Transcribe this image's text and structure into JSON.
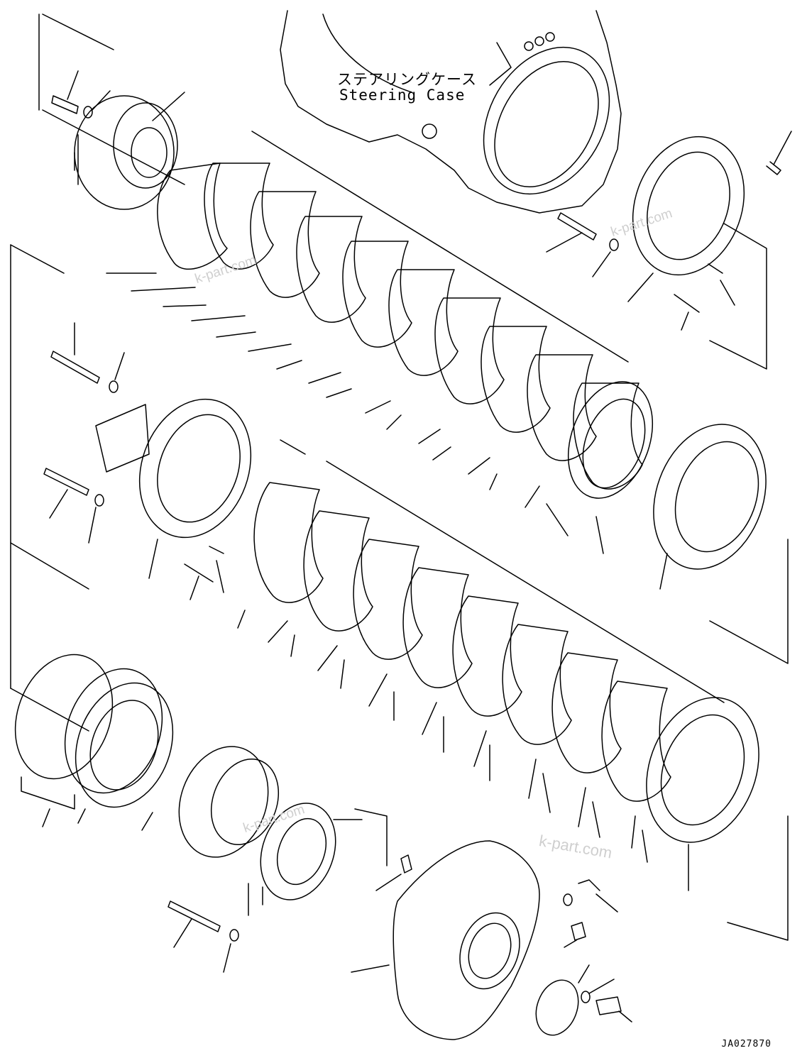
{
  "diagram": {
    "case_label_jp": "ステアリングケース",
    "case_label_en": "Steering Case",
    "drawing_number": "JA027870",
    "watermark": "k-part.com",
    "line_color": "#000000",
    "watermark_color": "#cfcfcf"
  }
}
